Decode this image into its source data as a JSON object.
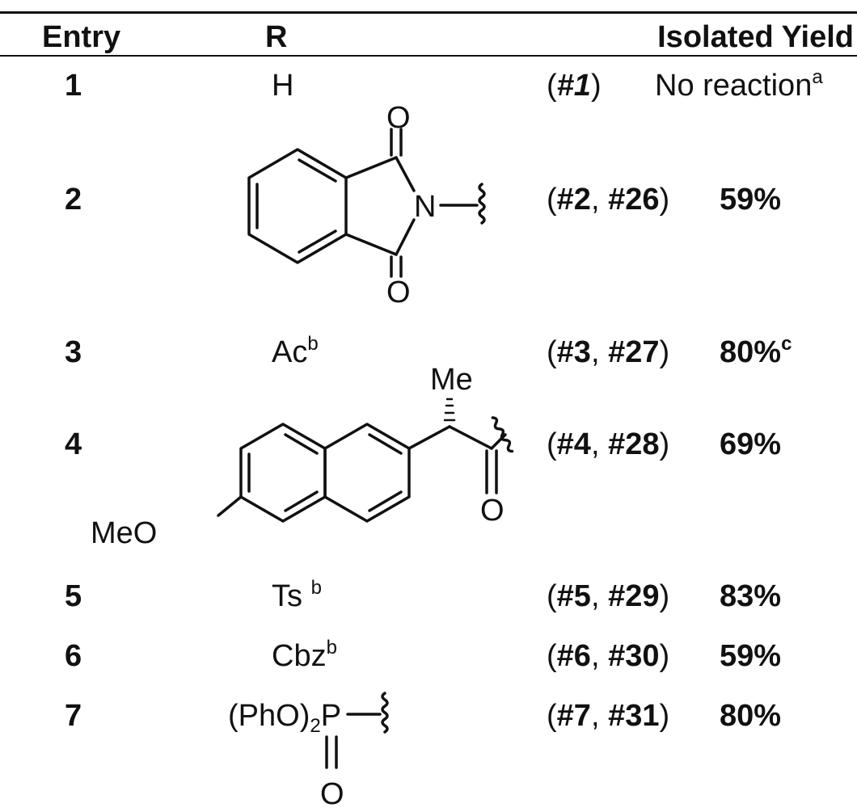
{
  "header": {
    "entry": "Entry",
    "r": "R",
    "yield": "Isolated Yield"
  },
  "rows": [
    {
      "entry": "1",
      "r": "H",
      "r_sup": "",
      "ref_open": "(",
      "ref1": "#1",
      "ref_sep": "",
      "ref2": "",
      "ref_close": ")",
      "yield": "No reaction",
      "yield_sup": "a"
    },
    {
      "entry": "2",
      "r": "",
      "r_sup": "",
      "ref_open": "(",
      "ref1": "#2",
      "ref_sep": ", ",
      "ref2": "#26",
      "ref_close": ")",
      "yield": "59%",
      "yield_sup": ""
    },
    {
      "entry": "3",
      "r": "Ac",
      "r_sup": "b",
      "ref_open": "(",
      "ref1": "#3",
      "ref_sep": ", ",
      "ref2": "#27",
      "ref_close": ")",
      "yield": "80%",
      "yield_sup": "c"
    },
    {
      "entry": "4",
      "r": "",
      "r_sup": "",
      "ref_open": "(",
      "ref1": "#4",
      "ref_sep": ", ",
      "ref2": "#28",
      "ref_close": ")",
      "yield": "69%",
      "yield_sup": ""
    },
    {
      "entry": "5",
      "r": "Ts",
      "r_sup": "b",
      "ref_open": "(",
      "ref1": "#5",
      "ref_sep": ", ",
      "ref2": "#29",
      "ref_close": ")",
      "yield": "83%",
      "yield_sup": ""
    },
    {
      "entry": "6",
      "r": "Cbz",
      "r_sup": "b",
      "ref_open": "(",
      "ref1": "#6",
      "ref_sep": ", ",
      "ref2": "#30",
      "ref_close": ")",
      "yield": "59%",
      "yield_sup": ""
    },
    {
      "entry": "7",
      "r": "",
      "r_sup": "",
      "ref_open": "(",
      "ref1": "#7",
      "ref_sep": ", ",
      "ref2": "#31",
      "ref_close": ")",
      "yield": "80%",
      "yield_sup": ""
    }
  ],
  "structures": {
    "phthalimide": {
      "o_top": "O",
      "o_bottom": "O",
      "n": "N"
    },
    "naproxen": {
      "me": "Me",
      "o": "O",
      "meo": "MeO"
    },
    "phosphoryl": {
      "label": "(PhO)",
      "sub": "2",
      "p": "P",
      "o": "O"
    }
  }
}
